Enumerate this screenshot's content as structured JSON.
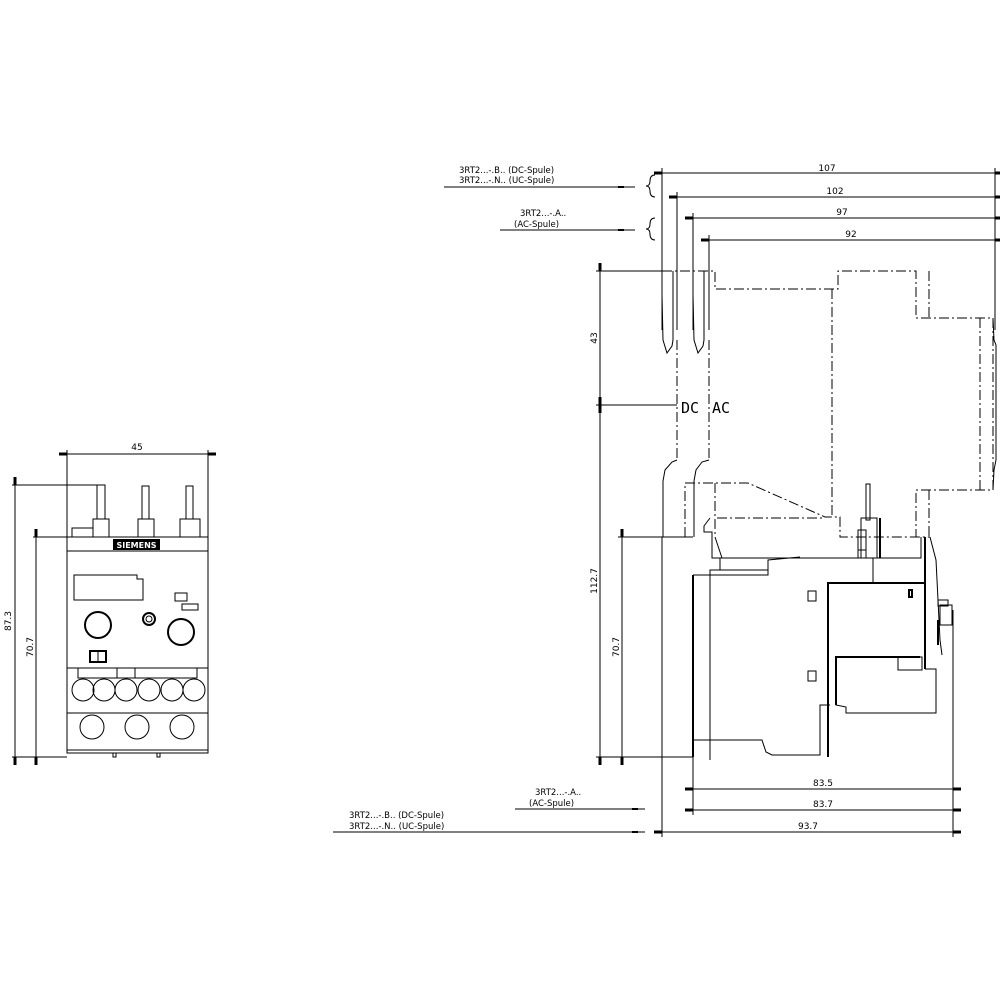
{
  "front_view": {
    "brand_logo": "SIEMENS",
    "dim_width": "45",
    "dim_height_total": "87.3",
    "dim_height_body": "70.7"
  },
  "side_view": {
    "dims_top": [
      "107",
      "102",
      "97",
      "92"
    ],
    "dim_upper_height": "43",
    "dim_lower_height": "112.7",
    "dim_body_height": "70.7",
    "dims_bottom": [
      "83.5",
      "83.7",
      "93.7"
    ],
    "dc_label": "DC",
    "ac_label": "AC"
  },
  "notes": {
    "top_dc_line1": "3RT2...-.B.. (DC-Spule)",
    "top_dc_line2": "3RT2...-.N.. (UC-Spule)",
    "top_ac_line1": "3RT2...-.A..",
    "top_ac_line2": "(AC-Spule)",
    "bottom_ac_line1": "3RT2...-.A..",
    "bottom_ac_line2": "(AC-Spule)",
    "bottom_dc_line1": "3RT2...-.B.. (DC-Spule)",
    "bottom_dc_line2": "3RT2...-.N.. (UC-Spule)"
  }
}
